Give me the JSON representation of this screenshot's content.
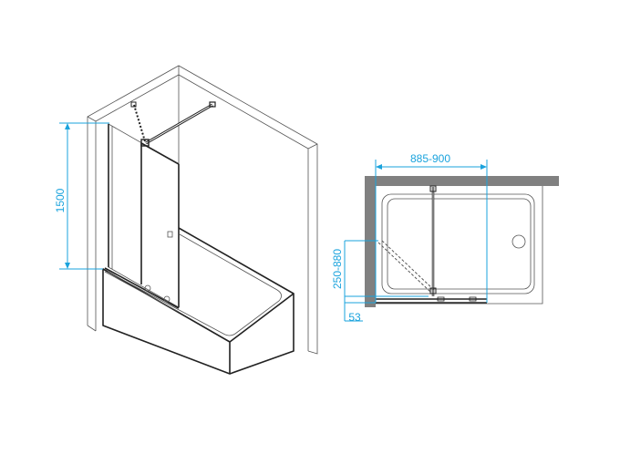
{
  "isometric_view": {
    "height_dimension": "1500"
  },
  "plan_view": {
    "width_dimension": "885-900",
    "depth_dimension": "250-880",
    "offset_dimension": "53"
  },
  "colors": {
    "dimension": "#1aa3dd",
    "wall": "#808080",
    "outline": "#222222"
  }
}
